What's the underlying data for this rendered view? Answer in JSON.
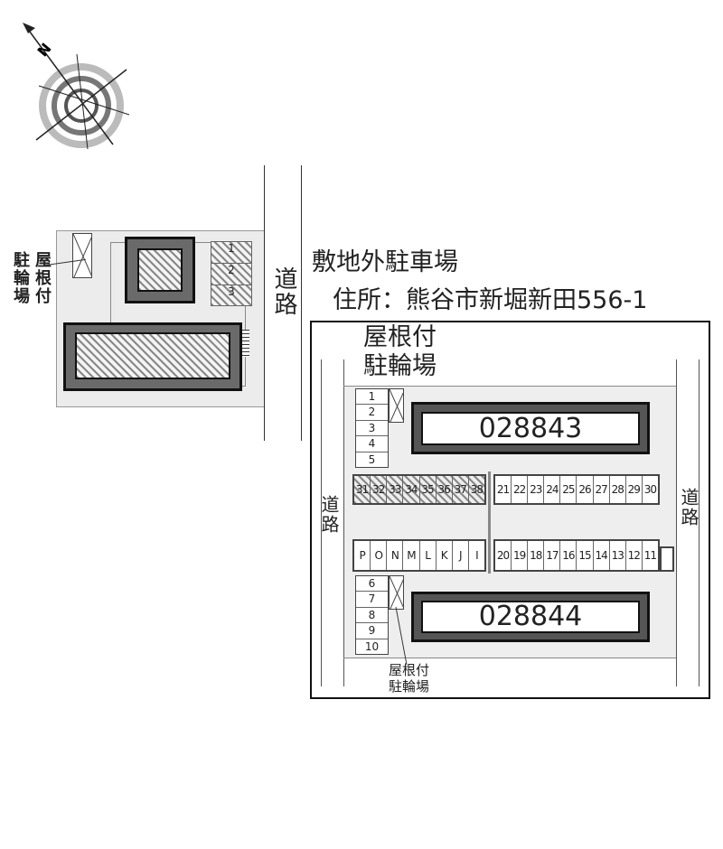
{
  "compass": {
    "label": "N"
  },
  "left_site": {
    "bike_label": [
      "駐輪場",
      "屋根付"
    ],
    "road": "道路",
    "parking": [
      "1",
      "2",
      "3"
    ]
  },
  "offsite": {
    "title": "敷地外駐車場",
    "address": "住所：熊谷市新堀新田556-1"
  },
  "right_site": {
    "bike_top_label": [
      "屋根付",
      "駐輪場"
    ],
    "bike_bottom_label": [
      "屋根付",
      "駐輪場"
    ],
    "road_left": "道路",
    "road_right": "道路",
    "building_top": "028843",
    "building_bottom": "028844",
    "bikes_top": [
      "1",
      "2",
      "3",
      "4",
      "5"
    ],
    "bikes_bottom": [
      "6",
      "7",
      "8",
      "9",
      "10"
    ],
    "row_a_left": [
      "31",
      "32",
      "33",
      "34",
      "35",
      "36",
      "37",
      "38"
    ],
    "row_a_right": [
      "21",
      "22",
      "23",
      "24",
      "25",
      "26",
      "27",
      "28",
      "29",
      "30"
    ],
    "row_b_left": [
      "P",
      "O",
      "N",
      "M",
      "L",
      "K",
      "J",
      "I"
    ],
    "row_b_right": [
      "20",
      "19",
      "18",
      "17",
      "16",
      "15",
      "14",
      "13",
      "12",
      "11"
    ]
  }
}
